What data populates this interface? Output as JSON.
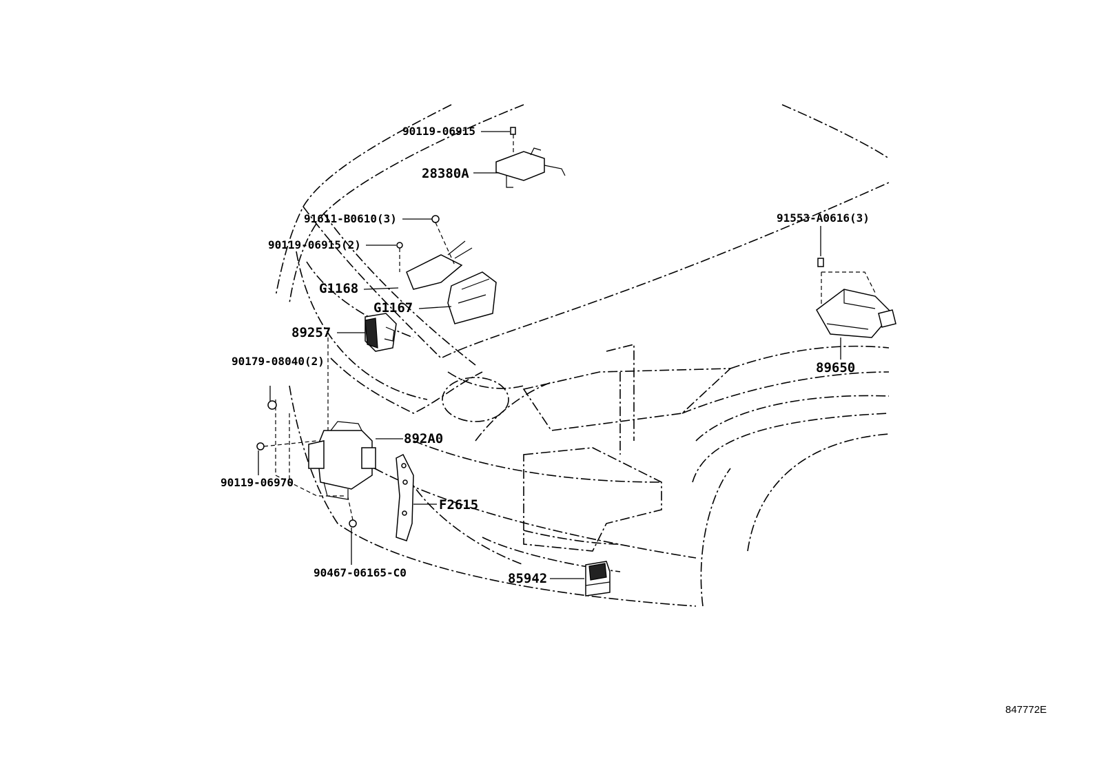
{
  "diagram": {
    "reference_code": "847772E",
    "labels": {
      "p90119_06915": "90119-06915",
      "p28380A": "28380A",
      "p91611_B0610": "91611-B0610(3)",
      "p90119_06915_2": "90119-06915(2)",
      "pG1168": "G1168",
      "pG1167": "G1167",
      "p89257": "89257",
      "p90179_08040": "90179-08040(2)",
      "p892A0": "892A0",
      "p90119_06970": "90119-06970",
      "pF2615": "F2615",
      "p90467_06165": "90467-06165-C0",
      "p85942": "85942",
      "p91553_A0616": "91553-A0616(3)",
      "p89650": "89650"
    }
  }
}
